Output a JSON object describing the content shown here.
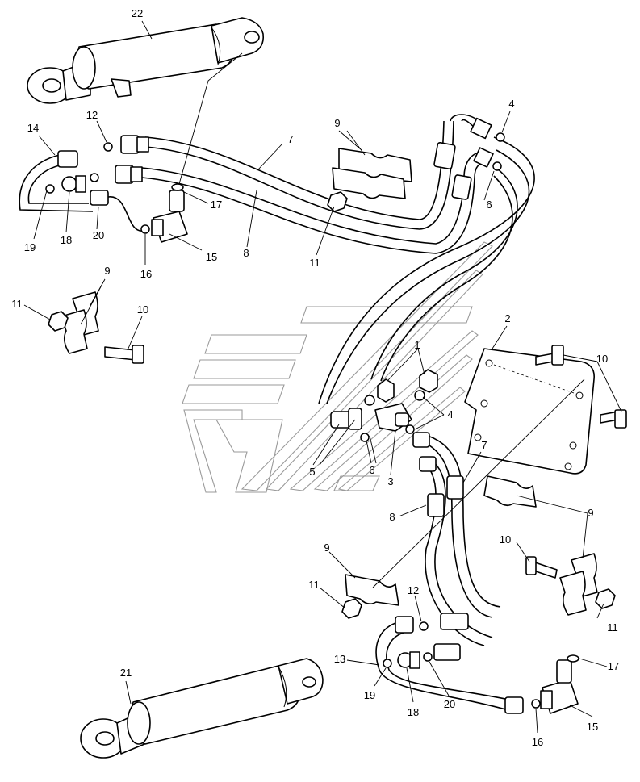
{
  "diagram": {
    "callouts": {
      "c22": "22",
      "c14": "14",
      "c12a": "12",
      "c19a": "19",
      "c18a": "18",
      "c20a": "20",
      "c17a": "17",
      "c16a": "16",
      "c15a": "15",
      "c7a": "7",
      "c8a": "8",
      "c9a": "9",
      "c11a": "11",
      "c4a": "4",
      "c6a": "6",
      "c9b": "9",
      "c11b": "11",
      "c10a": "10",
      "c1": "1",
      "c2": "2",
      "c10b": "10",
      "c4b": "4",
      "c5": "5",
      "c6b": "6",
      "c3": "3",
      "c7b": "7",
      "c8b": "8",
      "c9c": "9",
      "c10c": "10",
      "c9d": "9",
      "c11c": "11",
      "c11d": "11",
      "c12b": "12",
      "c13": "13",
      "c19b": "19",
      "c18b": "18",
      "c20b": "20",
      "c21": "21",
      "c17b": "17",
      "c16b": "16",
      "c15b": "15"
    }
  }
}
